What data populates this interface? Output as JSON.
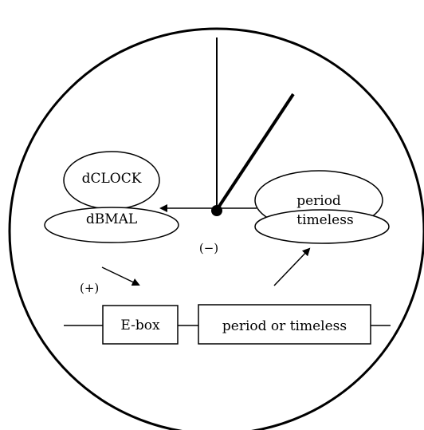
{
  "labels": {
    "dclock": "dCLOCK",
    "dbmal": "dBMAL",
    "period": "period",
    "timeless": "timeless",
    "minus": "(−)",
    "plus": "(+)",
    "ebox": "E-box",
    "gene": "period or timeless"
  },
  "colors": {
    "stroke": "#000000",
    "background": "#ffffff",
    "minus_text": "#555555"
  }
}
